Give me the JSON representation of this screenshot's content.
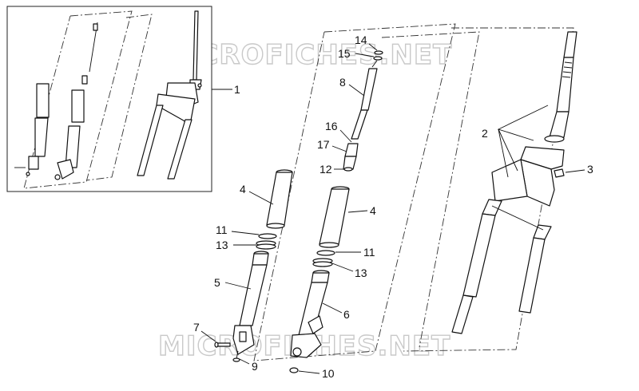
{
  "watermark": {
    "text": "MICROFICHES.NET"
  },
  "callouts": {
    "c1": "1",
    "c2": "2",
    "c3": "3",
    "c4a": "4",
    "c4b": "4",
    "c5": "5",
    "c6": "6",
    "c7": "7",
    "c8": "8",
    "c9": "9",
    "c10": "10",
    "c11a": "11",
    "c11b": "11",
    "c12": "12",
    "c13a": "13",
    "c13b": "13",
    "c14": "14",
    "c15": "15",
    "c16": "16",
    "c17": "17"
  }
}
